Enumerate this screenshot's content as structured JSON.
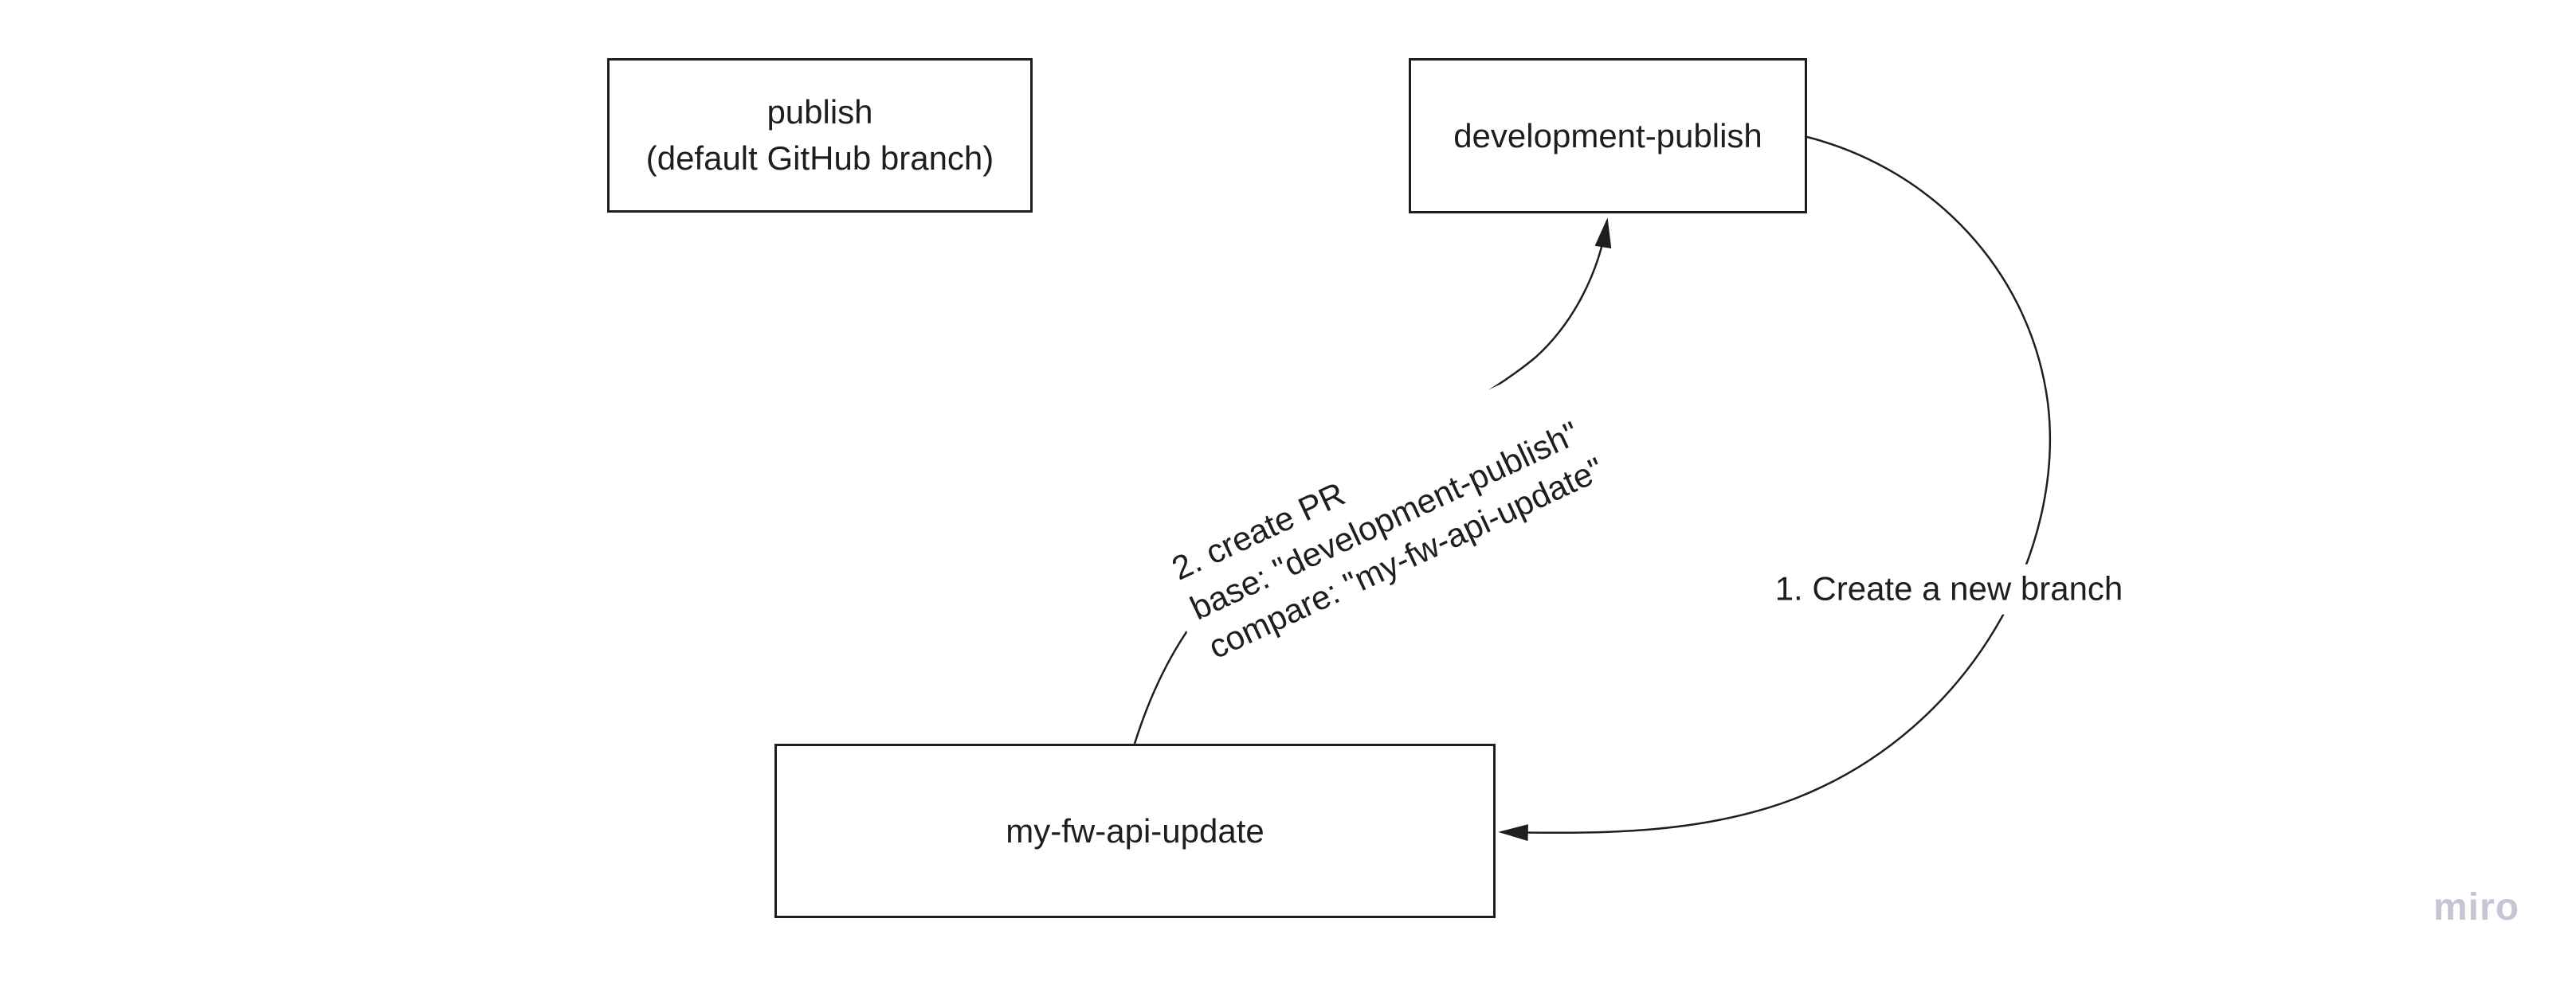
{
  "canvas": {
    "background_color": "#ffffff",
    "ink_color": "#1e1e1e"
  },
  "nodes": [
    {
      "id": "publish",
      "label_lines": [
        "publish",
        "(default GitHub branch)"
      ]
    },
    {
      "id": "development-publish",
      "label": "development-publish"
    },
    {
      "id": "my-fw-api-update",
      "label": "my-fw-api-update"
    }
  ],
  "connectors": [
    {
      "id": "create-branch",
      "from": "development-publish",
      "to": "my-fw-api-update",
      "label": "1. Create a new branch"
    },
    {
      "id": "create-pr",
      "from": "my-fw-api-update",
      "to": "development-publish",
      "label_lines": [
        "2. create PR",
        "base: \"development-publish\"",
        "compare: \"my-fw-api-update\""
      ]
    }
  ],
  "watermark": {
    "text": "miro",
    "color": "#c6c5d3"
  }
}
